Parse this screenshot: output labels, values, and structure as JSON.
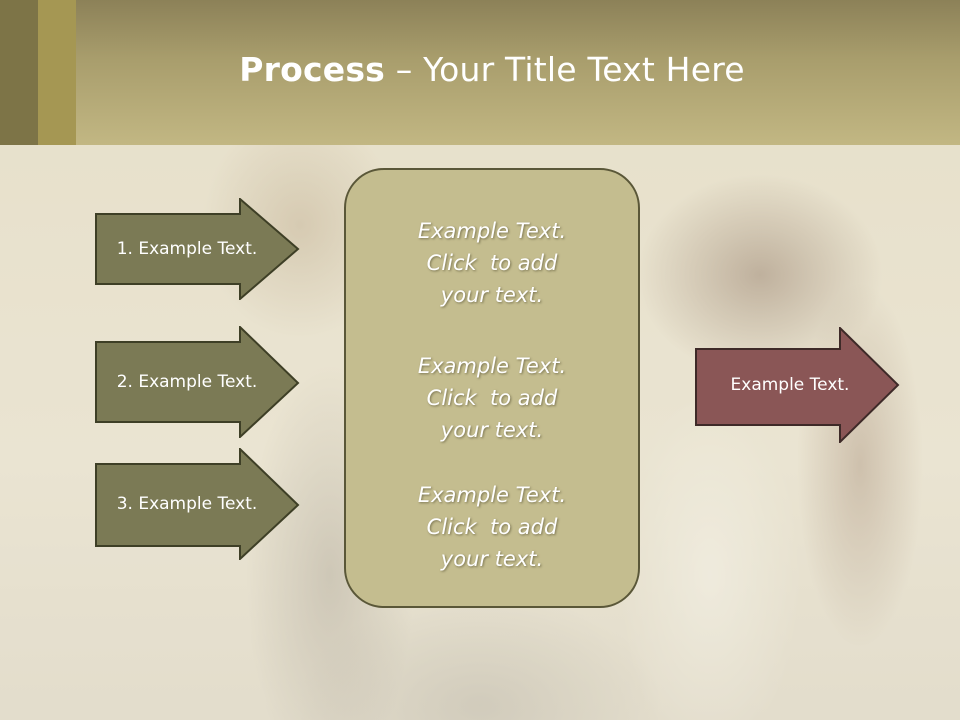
{
  "slide": {
    "title_bold": "Process",
    "title_rest": " – Your Title Text Here"
  },
  "left_arrows": [
    {
      "label": "1. Example Text."
    },
    {
      "label": "2. Example Text."
    },
    {
      "label": "3. Example Text."
    }
  ],
  "center_box": {
    "items": [
      {
        "line1": "Example Text.",
        "line2": "Click  to add",
        "line3": "your text."
      },
      {
        "line1": "Example Text.",
        "line2": "Click  to add",
        "line3": "your text."
      },
      {
        "line1": "Example Text.",
        "line2": "Click  to add",
        "line3": "your text."
      }
    ]
  },
  "right_arrow": {
    "label": "Example Text."
  },
  "colors": {
    "header": "#b4a975",
    "arrow_fill": "#7b7a55",
    "arrow_border": "#3e3f26",
    "center_box_fill": "#c4bd8f",
    "right_arrow_fill": "#8a5656",
    "text": "#ffffff"
  }
}
